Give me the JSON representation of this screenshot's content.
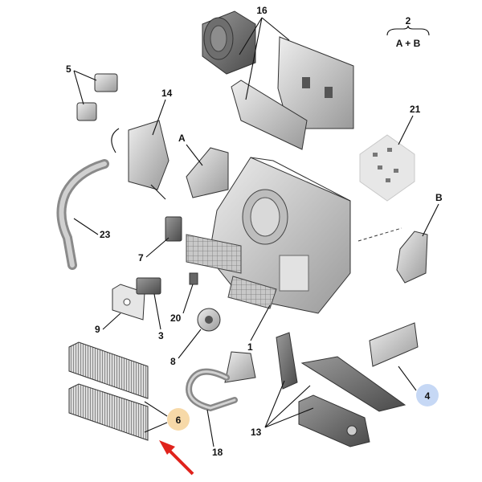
{
  "diagram": {
    "callouts": {
      "c16": "16",
      "c2": "2",
      "c2_formula": "A + B",
      "c5": "5",
      "c14": "14",
      "c21": "21",
      "cA": "A",
      "cB": "B",
      "c23": "23",
      "c7": "7",
      "c20": "20",
      "c9": "9",
      "c3": "3",
      "c8": "8",
      "c1": "1",
      "c4": "4",
      "c6": "6",
      "c13": "13",
      "c18": "18"
    },
    "highlights": {
      "part_6": "#f7d9a8",
      "part_4": "#c6d8f5",
      "arrow": "#e0231c"
    }
  }
}
